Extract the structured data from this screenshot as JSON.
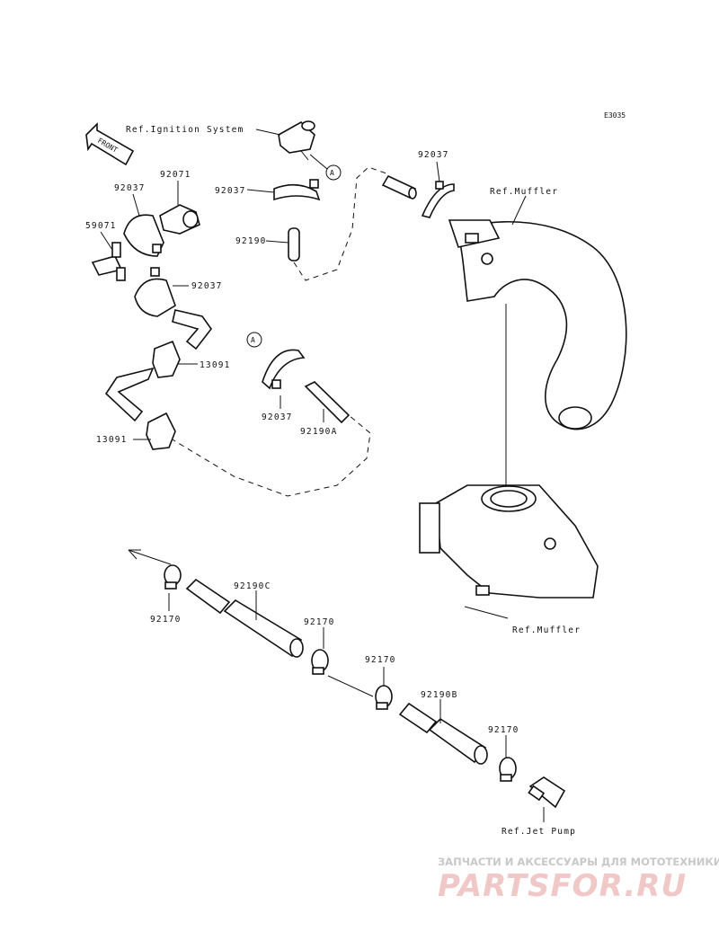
{
  "diagram": {
    "code": "E3035",
    "labels": {
      "front": "FRONT",
      "ref_ignition": "Ref.Ignition System",
      "ref_muffler_top": "Ref.Muffler",
      "ref_muffler_bottom": "Ref.Muffler",
      "ref_jet_pump": "Ref.Jet Pump",
      "p92071": "92071",
      "p92037_a": "92037",
      "p92037_b": "92037",
      "p92037_c": "92037",
      "p92037_d": "92037",
      "p92037_e": "92037",
      "p59071": "59071",
      "p13091_a": "13091",
      "p13091_b": "13091",
      "p92190": "92190",
      "p92190A": "92190A",
      "p92190C": "92190C",
      "p92190B": "92190B",
      "p92170_a": "92170",
      "p92170_b": "92170",
      "p92170_c": "92170",
      "p92170_d": "92170",
      "marker_a1": "A",
      "marker_a2": "A"
    }
  },
  "watermark": {
    "tagline": "ЗАПЧАСТИ И АКСЕССУАРЫ ДЛЯ МОТОТЕХНИКИ",
    "brand": "PARTSFOR.RU"
  }
}
